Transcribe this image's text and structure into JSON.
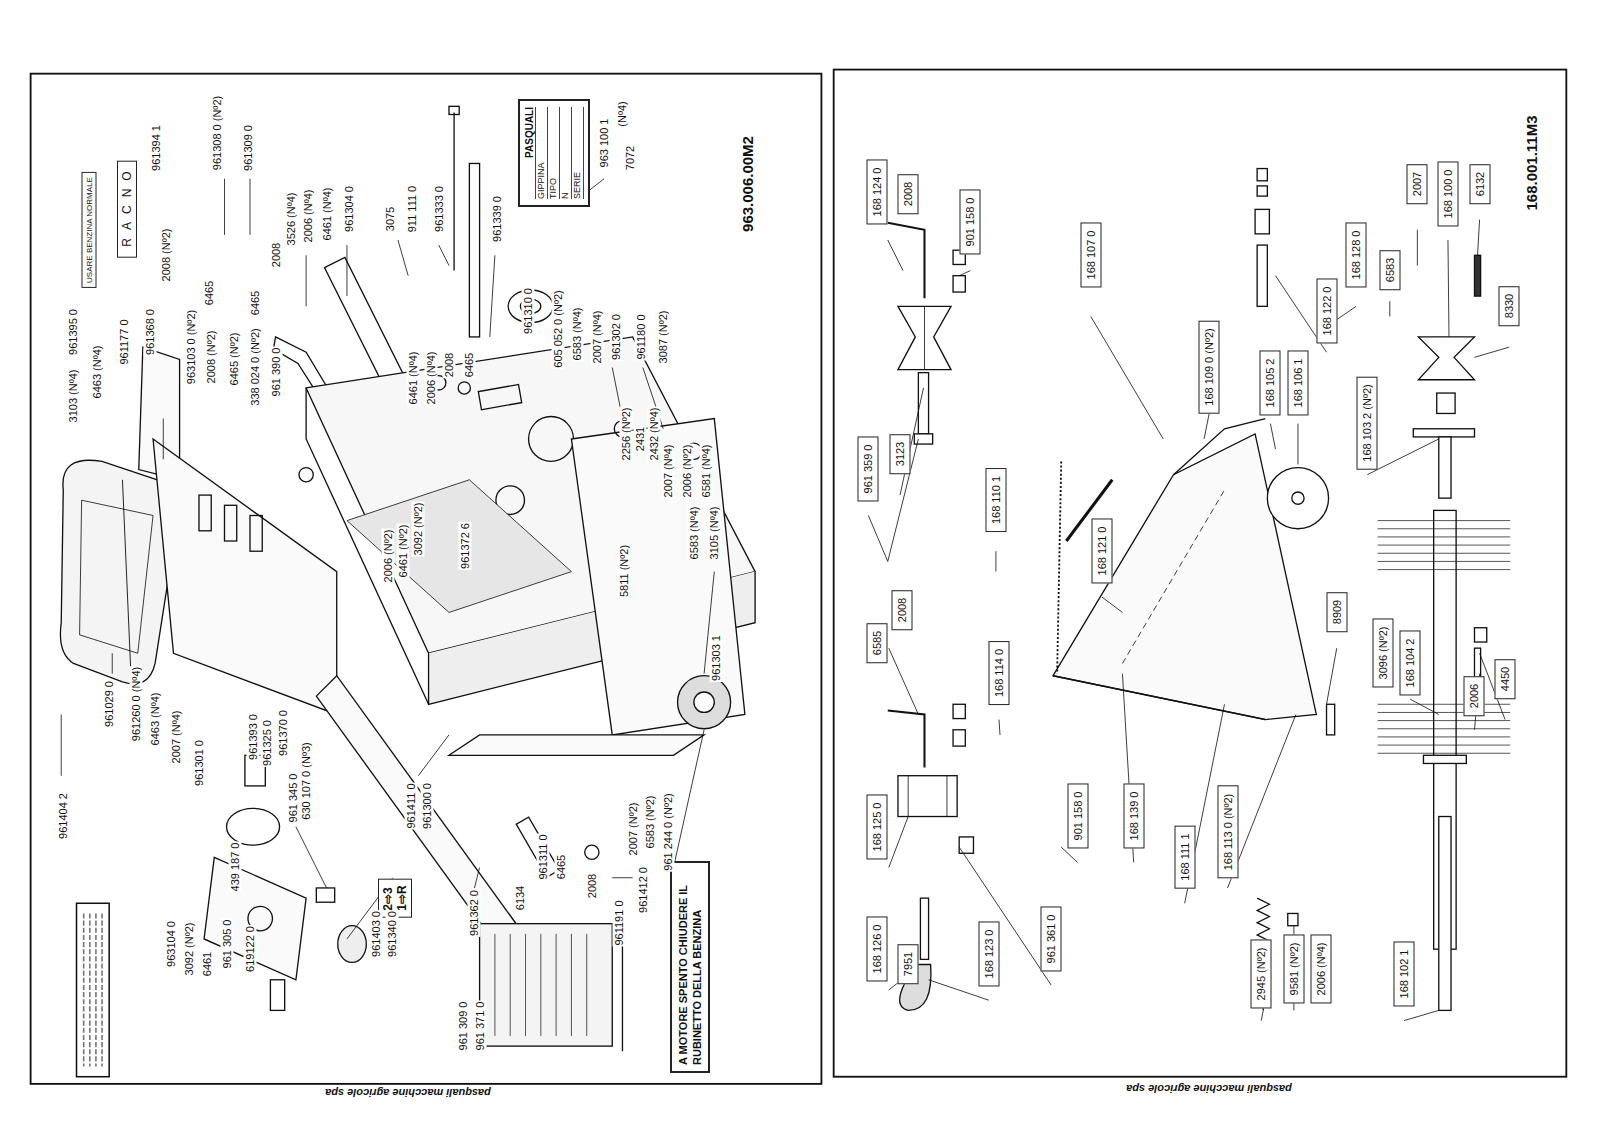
{
  "diagram": {
    "nodes": [
      {
        "text": [
          "USARE BENZINA NORMALE"
        ]
      },
      {
        "text": [
          "R",
          "A",
          "C",
          "N",
          "O"
        ]
      },
      {
        "text": [
          "PASQUALI",
          "GIPPINA",
          "TIPO",
          "N",
          "SERIE"
        ]
      },
      {
        "text": [
          "2⇨3",
          "1⇨R"
        ]
      },
      {
        "text": [
          "A MOTORE SPENTO CHIUDERE IL RUBINETTO DELLA BENZINA"
        ]
      },
      {
        "text": [
          "168 124 0"
        ]
      },
      {
        "text": [
          "2008"
        ]
      },
      {
        "text": [
          "901 158 0"
        ]
      },
      {
        "text": [
          "168 107 0"
        ]
      },
      {
        "text": [
          "168 128 0"
        ]
      },
      {
        "text": [
          "6583"
        ]
      },
      {
        "text": [
          "2007"
        ]
      },
      {
        "text": [
          "168 100 0"
        ]
      },
      {
        "text": [
          "6132"
        ]
      },
      {
        "text": [
          "168 122 0"
        ]
      },
      {
        "text": [
          "8330"
        ]
      },
      {
        "text": [
          "168 109 0 (Nº2)"
        ]
      },
      {
        "text": [
          "168 105 2"
        ]
      },
      {
        "text": [
          "168 106 1"
        ]
      },
      {
        "text": [
          "168 103 2 (Nº2)"
        ]
      },
      {
        "text": [
          "961 359 0"
        ]
      },
      {
        "text": [
          "3123"
        ]
      },
      {
        "text": [
          "168 110 1"
        ]
      },
      {
        "text": [
          "168 121 0"
        ]
      },
      {
        "text": [
          "6585"
        ]
      },
      {
        "text": [
          "2008"
        ]
      },
      {
        "text": [
          "168 114 0"
        ]
      },
      {
        "text": [
          "8909"
        ]
      },
      {
        "text": [
          "3096 (Nº2)"
        ]
      },
      {
        "text": [
          "168 104 2"
        ]
      },
      {
        "text": [
          "2006"
        ]
      },
      {
        "text": [
          "4450"
        ]
      },
      {
        "text": [
          "168 125 0"
        ]
      },
      {
        "text": [
          "901 158 0"
        ]
      },
      {
        "text": [
          "168 139 0"
        ]
      },
      {
        "text": [
          "168 111 1"
        ]
      },
      {
        "text": [
          "168 113 0 (Nº2)"
        ]
      },
      {
        "text": [
          "961 361 0"
        ]
      },
      {
        "text": [
          "168 126 0"
        ]
      },
      {
        "text": [
          "7951"
        ]
      },
      {
        "text": [
          "168 123 0"
        ]
      },
      {
        "text": [
          "2945 (Nº2)"
        ]
      },
      {
        "text": [
          "9581 (Nº2)"
        ]
      },
      {
        "text": [
          "2006 (Nº4)"
        ]
      },
      {
        "text": [
          "168 102 1"
        ]
      }
    ],
    "labels": [
      "961394 1",
      "2008 (Nº2)",
      "961308 0 (Nº2)",
      "961309 0",
      "6465",
      "6465",
      "2008",
      "3526 (Nº4)",
      "2006 (Nº4)",
      "6461 (Nº4)",
      "961304 0",
      "3075",
      "911 111 0",
      "961333 0",
      "961339 0",
      "963 100 1",
      "(Nº4)",
      "7072",
      "963.006.00M2",
      "961310 0",
      "605 052 0 (Nº2)",
      "6583 (Nº4)",
      "2007 (Nº4)",
      "961302 0",
      "961180 0",
      "3087 (Nº2)",
      "3103 (Nº4)",
      "961395 0",
      "6463 (Nº4)",
      "961177 0",
      "961368 0",
      "963103 0 (Nº2)",
      "2008 (Nº2)",
      "6465 (Nº2)",
      "338 024 0 (Nº2)",
      "961 390 0",
      "6461 (Nº4)",
      "2006 (Nº4)",
      "2008",
      "6465",
      "2256 (Nº2)",
      "2431",
      "2432 (Nº4)",
      "2007 (Nº4)",
      "2006 (Nº2)",
      "6581 (Nº4)",
      "2006 (Nº2)",
      "6461 (Nº2)",
      "3092 (Nº2)",
      "961372 6",
      "6583 (Nº4)",
      "3105 (Nº4)",
      "5811 (Nº2)",
      "961303 1",
      "961404 2",
      "961029 0",
      "961260 0 (Nº4)",
      "6463 (Nº4)",
      "2007 (Nº4)",
      "961301 0",
      "961393 0",
      "961325 0",
      "961370 0",
      "961 345 0",
      "630 107 0 (Nº3)",
      "439 187 0",
      "961411 0",
      "961300 0",
      "961362 0",
      "6134",
      "961311 0",
      "6465",
      "2008",
      "2007 (Nº2)",
      "6583 (Nº2)",
      "961 244 0 (Nº2)",
      "963104 0",
      "3092 (Nº2)",
      "6461",
      "961 305 0",
      "619122 0",
      "961403 0",
      "961340 0",
      "961 309 0",
      "961 371 0",
      "961191 0",
      "961412 0",
      "pasquali macchine agricole spa",
      "168.001.11M3",
      "pasquali macchine agricole spa"
    ]
  }
}
